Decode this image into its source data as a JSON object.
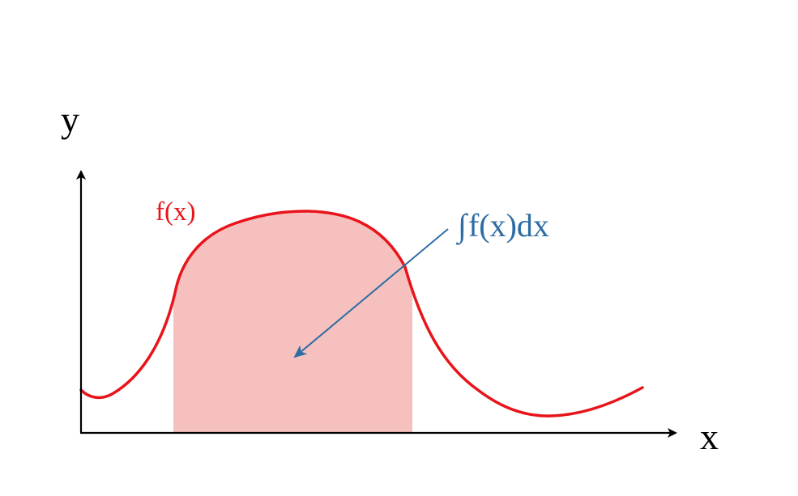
{
  "labels": {
    "y_axis": "y",
    "x_axis": "x",
    "function": "f(x)",
    "integral_symbol": "∫",
    "integral_expr": "f(x)dx"
  },
  "colors": {
    "curve": "#e8141b",
    "fill": "#f6c0bf",
    "axis": "#000000",
    "annotation": "#2e6ca4"
  }
}
